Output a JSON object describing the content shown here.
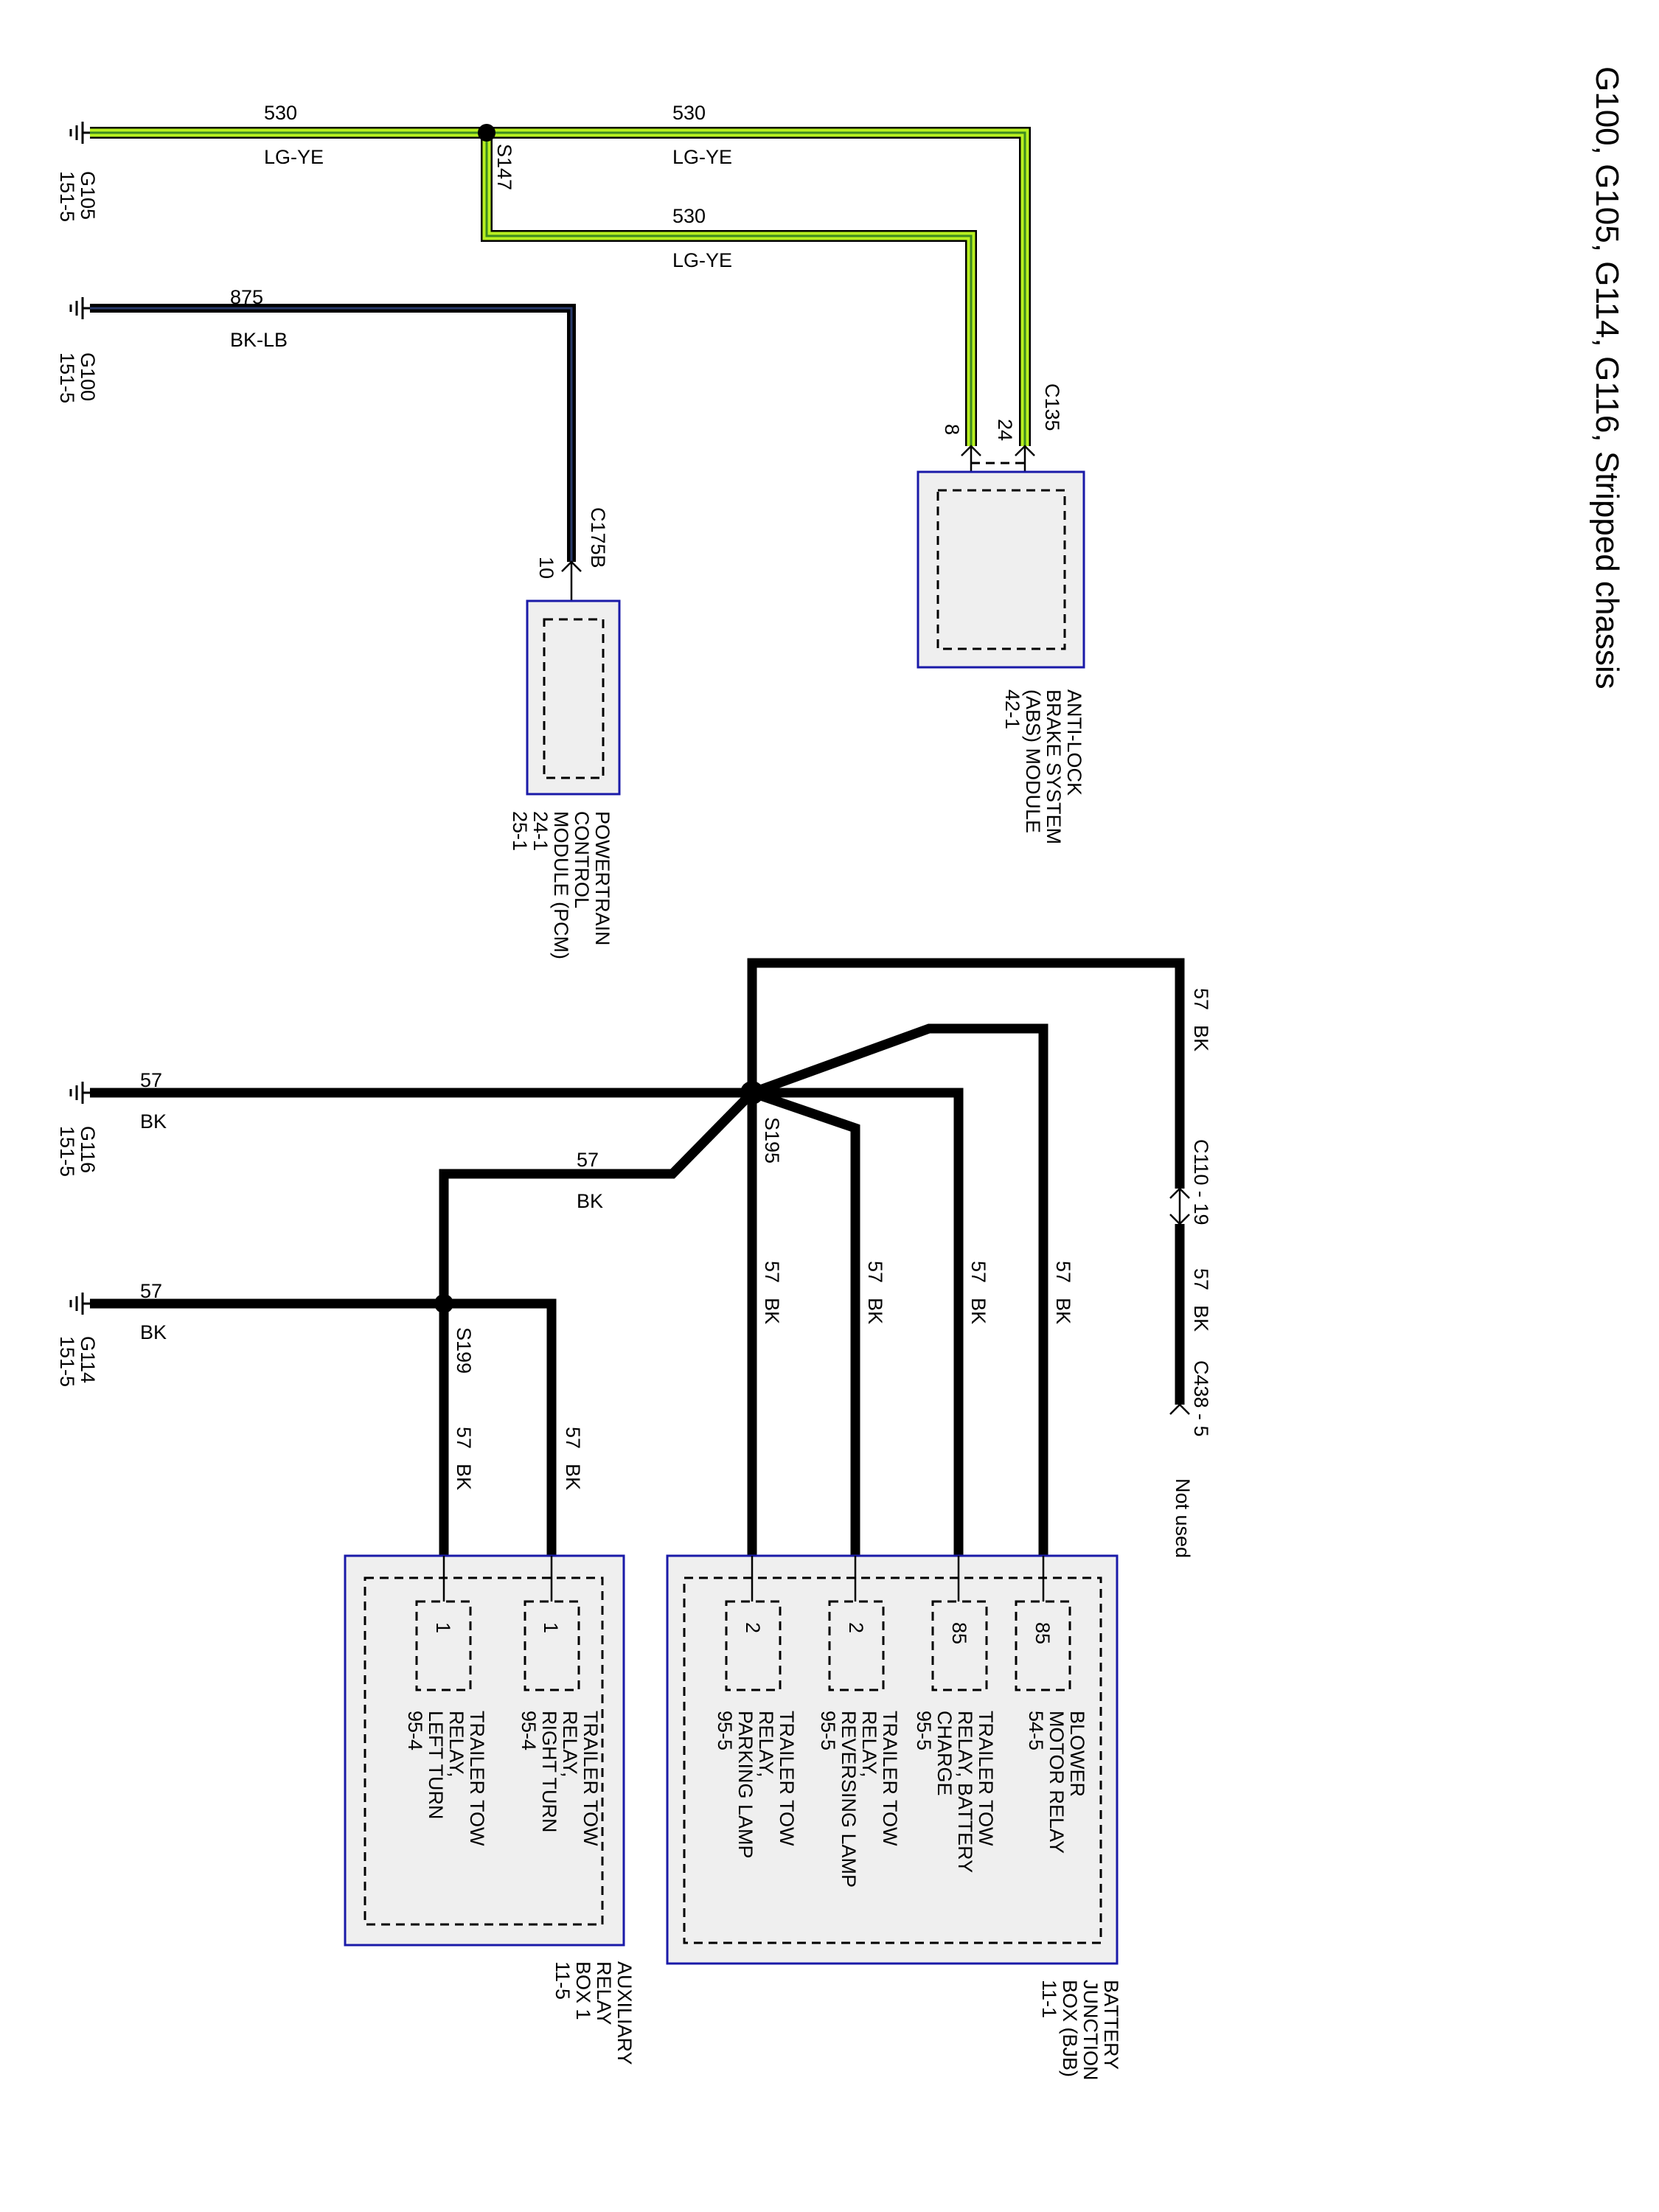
{
  "title": "G100, G105, G114, G116, Stripped chassis",
  "grounds": {
    "g105": {
      "name": "G105",
      "ref": "151-5"
    },
    "g100": {
      "name": "G100",
      "ref": "151-5"
    },
    "g116": {
      "name": "G116",
      "ref": "151-5"
    },
    "g114": {
      "name": "G114",
      "ref": "151-5"
    }
  },
  "wires": {
    "circuit_530": "530",
    "color_lgye": "LG-YE",
    "circuit_875": "875",
    "color_bklb": "BK-LB",
    "circuit_57": "57",
    "color_bk": "BK"
  },
  "splices": {
    "s147": "S147",
    "s195": "S195",
    "s199": "S199"
  },
  "connectors": {
    "c135": "C135",
    "c135_pin_a": "8",
    "c135_pin_b": "24",
    "c175b": "C175B",
    "c175b_pin": "10",
    "c110": "C110 - 19",
    "c438": "C438 - 5",
    "not_used": "Not used"
  },
  "modules": {
    "abs": [
      "ANTI-LOCK",
      "BRAKE SYSTEM",
      "(ABS) MODULE",
      "42-1"
    ],
    "pcm": [
      "POWERTRAIN",
      "CONTROL",
      "MODULE (PCM)",
      "24-1",
      "25-1"
    ],
    "aux": [
      "AUXILIARY",
      "RELAY",
      "BOX 1",
      "11-5"
    ],
    "bjb": [
      "BATTERY",
      "JUNCTION",
      "BOX (BJB)",
      "11-1"
    ]
  },
  "relays": {
    "aux_left": {
      "pin": "1",
      "lines": [
        "TRAILER TOW",
        "RELAY,",
        "LEFT TURN",
        "95-4"
      ]
    },
    "aux_right": {
      "pin": "1",
      "lines": [
        "TRAILER TOW",
        "RELAY,",
        "RIGHT TURN",
        "95-4"
      ]
    },
    "bjb_parking": {
      "pin": "2",
      "lines": [
        "TRAILER TOW",
        "RELAY,",
        "PARKING LAMP",
        "95-5"
      ]
    },
    "bjb_reversing": {
      "pin": "2",
      "lines": [
        "TRAILER TOW",
        "RELAY,",
        "REVERSING LAMP",
        "95-5"
      ]
    },
    "bjb_battery": {
      "pin": "85",
      "lines": [
        "TRAILER TOW",
        "RELAY, BATTERY",
        "CHARGE",
        "95-5"
      ]
    },
    "bjb_blower": {
      "pin": "85",
      "lines": [
        "BLOWER",
        "MOTOR RELAY",
        "54-5"
      ]
    }
  },
  "colors": {
    "wire_black": "#000000",
    "wire_lgye": "#b8f020",
    "module_border": "#1a1aa8",
    "module_fill": "#efefef"
  }
}
